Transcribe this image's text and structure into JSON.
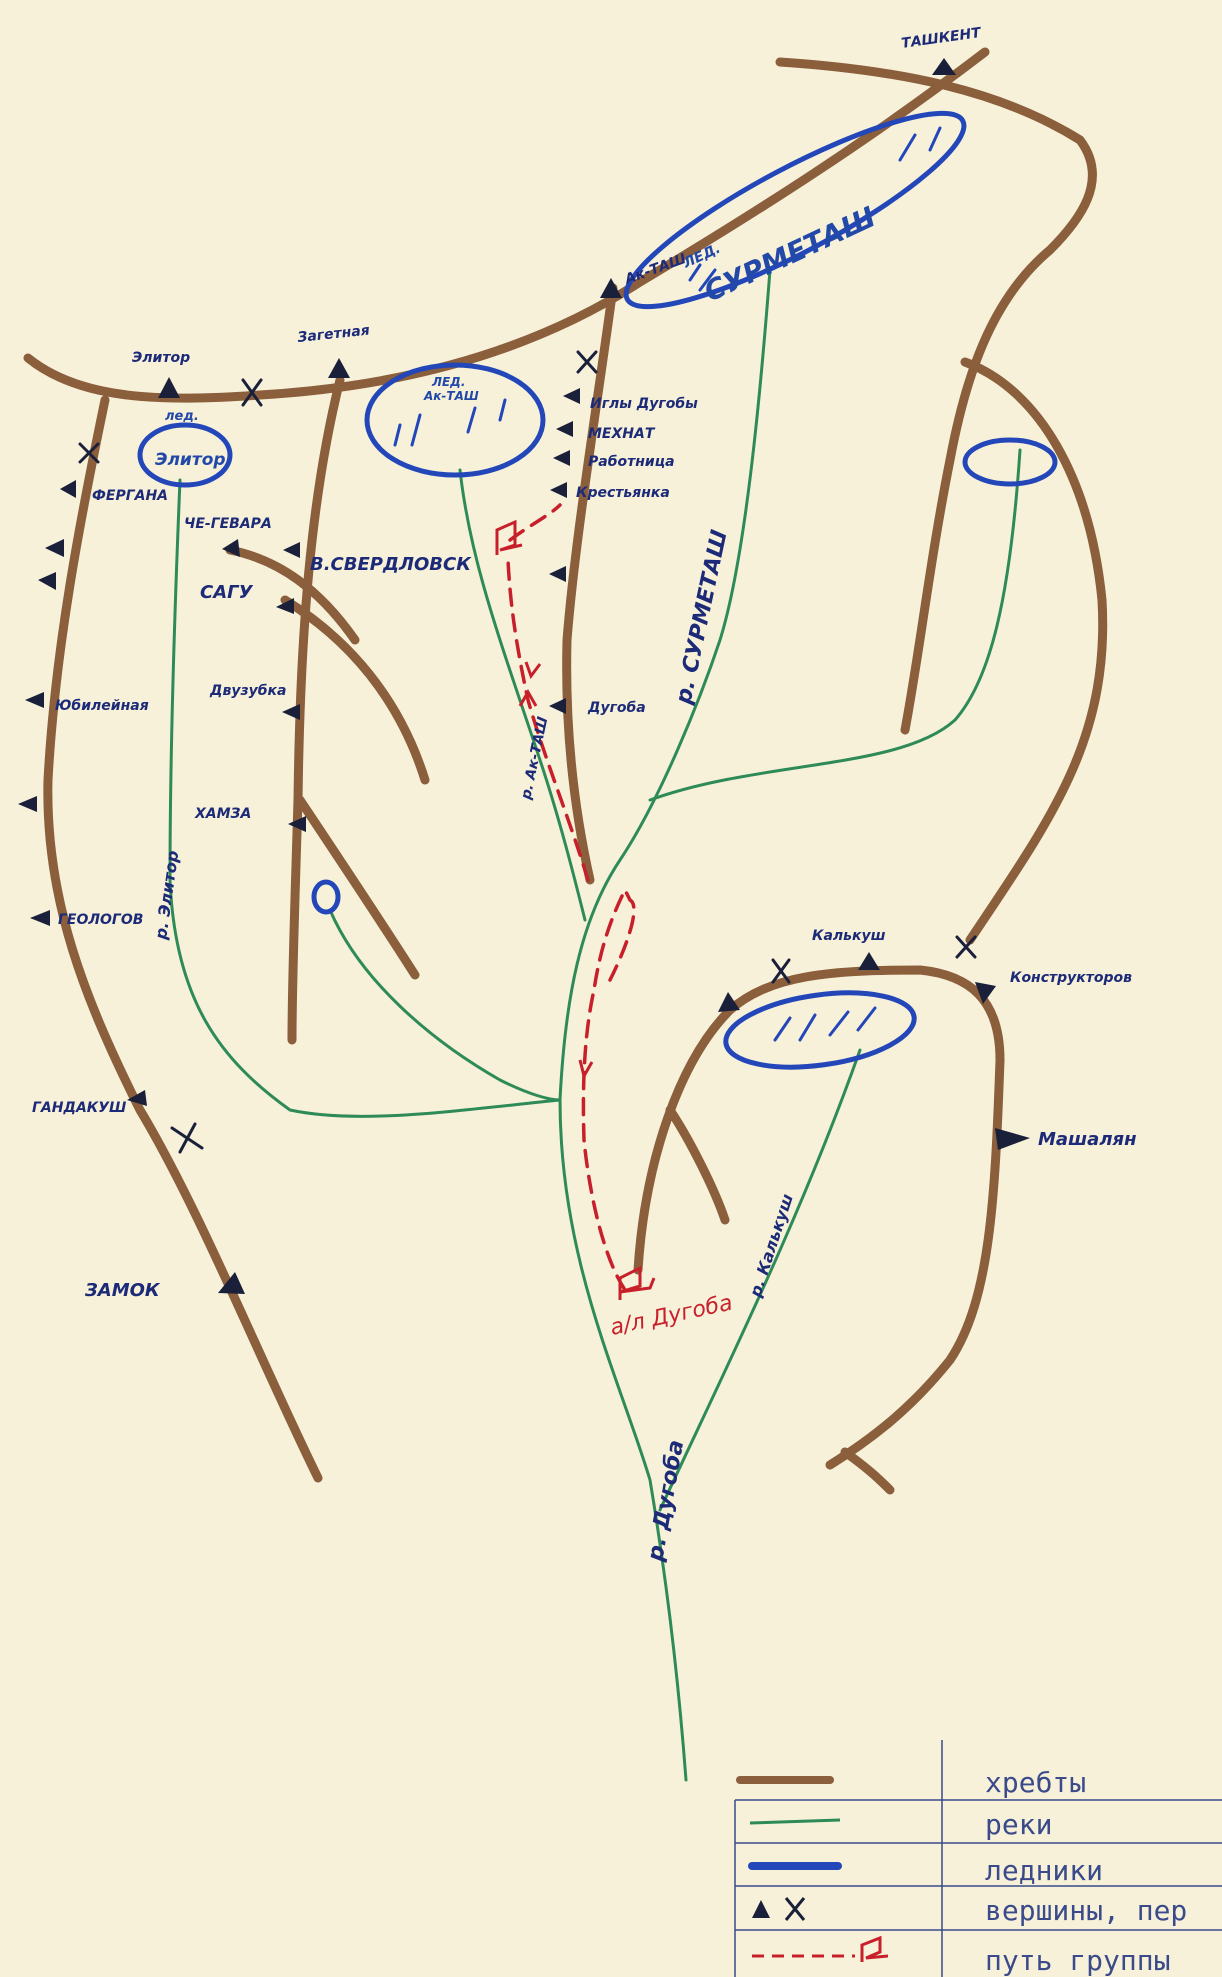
{
  "colors": {
    "ridge": "#8b5e3c",
    "river": "#2e8b57",
    "glacier": "#2347b8",
    "peak": "#1a1f3a",
    "route": "#c8202a",
    "paper": "#f7f1da",
    "ink": "#1c2a78"
  },
  "peaks": {
    "tashkent": "ТАШКЕНТ",
    "zagadochnaya": "Загетная",
    "ak_tash_peak": "Ак-ТАШ",
    "alitor": "Элитор",
    "fergana": "ФЕРГАНА",
    "che_gevara": "ЧЕ-ГЕВАРА",
    "sverdlovsk": "В.СВЕРДЛОВСК",
    "sagu": "САГУ",
    "dvuzubka": "Двузубка",
    "yubileinaya": "Юбилейная",
    "khamza": "ХАМЗА",
    "geologov": "ГЕОЛОГОВ",
    "gandakush": "ГАНДАКУШ",
    "zamok": "ЗАМОК",
    "igly_duguby": "Иглы Дугобы",
    "mekhnat": "МЕХНАТ",
    "rabotnitsa": "Работница",
    "krestyanka": "Крестьянка",
    "duguba": "Дугоба",
    "kalkush": "Калькуш",
    "konstruktorov": "Конструкторов",
    "mashalyan": "Машалян"
  },
  "glaciers": {
    "surmetash_prefix": "ЛЕД.",
    "surmetash": "СУРМЕТАШ",
    "ak_tash_prefix": "ЛЕД.",
    "ak_tash": "Ак-ТАШ",
    "alitor_prefix": "лед.",
    "alitor": "Элитор"
  },
  "rivers": {
    "surmetash": "р. СУРМЕТАШ",
    "ak_tash": "р. Ак-ТАШ",
    "alitor": "р. Элитор",
    "duguba": "р. Дугоба",
    "kalkush": "р. Калькуш"
  },
  "camp": {
    "label": "а/л Дугоба"
  },
  "legend": {
    "ridges": "хребты",
    "rivers": "реки",
    "glaciers": "ледники",
    "peaks_passes": "вершины, пер",
    "group_route": "путь группы"
  }
}
